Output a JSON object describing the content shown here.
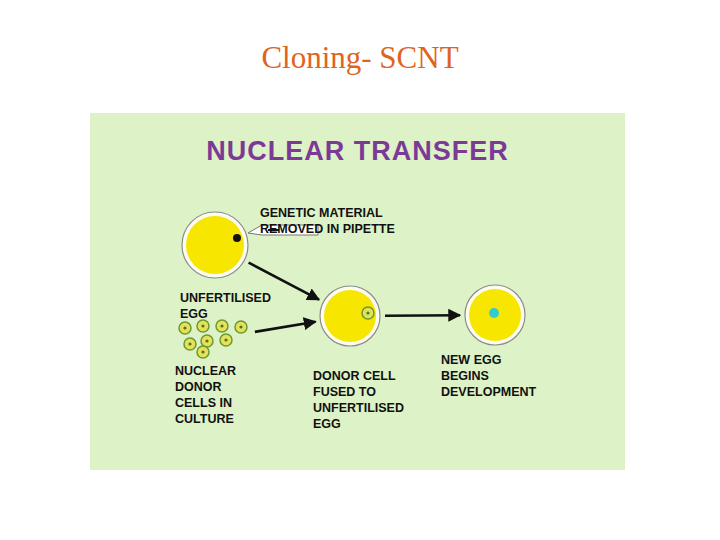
{
  "diagram": {
    "title": "Cloning- SCNT",
    "nodes": [
      {
        "text": [
          "NUCLEAR TRANSFER"
        ]
      },
      {
        "text": [
          "UNFERTILISED EGG"
        ],
        "in": 0
      },
      {
        "text": [
          "NUCLEAR DONOR CELLS IN CULTURE"
        ],
        "in": 0
      },
      {
        "text": [
          "DONOR CELL FUSED TO UNFERTILISED EGG"
        ],
        "in": 0
      },
      {
        "text": [
          "NEW EGG BEGINS DEVELOPMENT"
        ],
        "in": 0
      }
    ],
    "edges": [
      {
        "from": 1,
        "to": 3,
        "arrow": "to"
      },
      {
        "from": 2,
        "to": 3,
        "arrow": "to"
      },
      {
        "from": 3,
        "to": 4,
        "arrow": "to"
      }
    ],
    "labels": [
      "GENETIC MATERIAL REMOVED IN PIPETTE"
    ]
  }
}
